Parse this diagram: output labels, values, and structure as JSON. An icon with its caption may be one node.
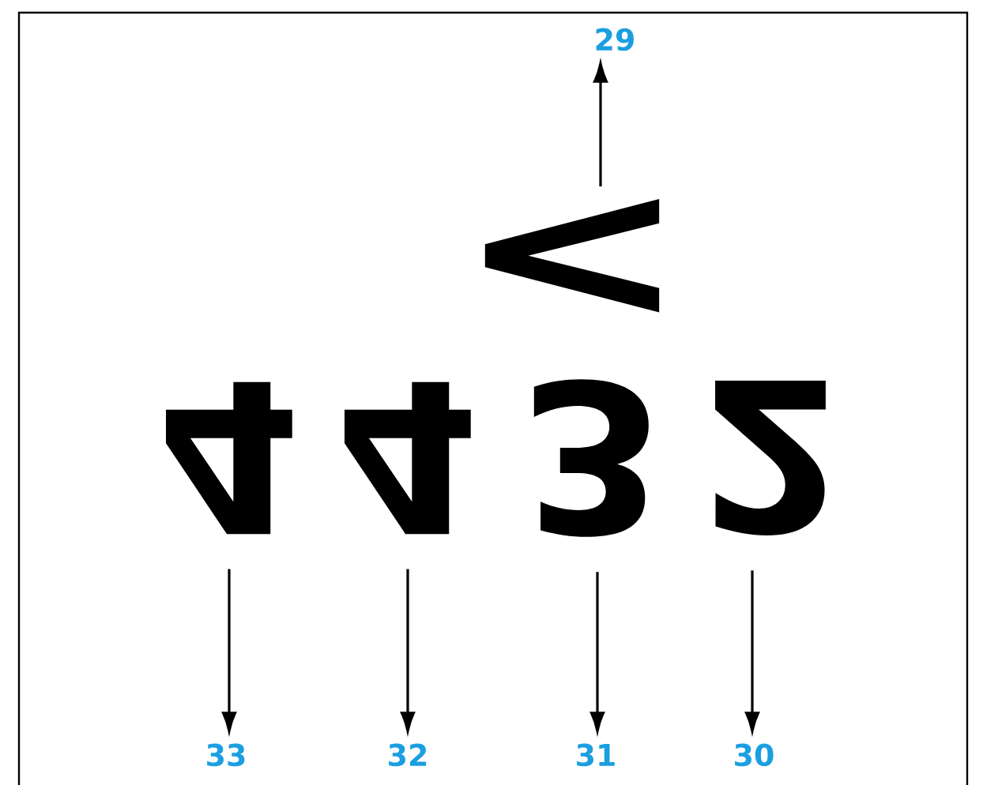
{
  "diagram": {
    "nodes": [
      {
        "text": [
          "29"
        ]
      },
      {
        "text": [
          "<"
        ]
      },
      {
        "text": [
          "4"
        ]
      },
      {
        "text": [
          "4"
        ]
      },
      {
        "text": [
          "3"
        ]
      },
      {
        "text": [
          "2"
        ]
      },
      {
        "text": [
          "33"
        ]
      },
      {
        "text": [
          "32"
        ]
      },
      {
        "text": [
          "31"
        ]
      },
      {
        "text": [
          "30"
        ]
      }
    ],
    "edges": [
      {
        "from": 1,
        "to": 0,
        "arrow": "to"
      },
      {
        "from": 2,
        "to": 6,
        "arrow": "to"
      },
      {
        "from": 3,
        "to": 7,
        "arrow": "to"
      },
      {
        "from": 4,
        "to": 8,
        "arrow": "to"
      },
      {
        "from": 5,
        "to": 9,
        "arrow": "to"
      }
    ]
  }
}
